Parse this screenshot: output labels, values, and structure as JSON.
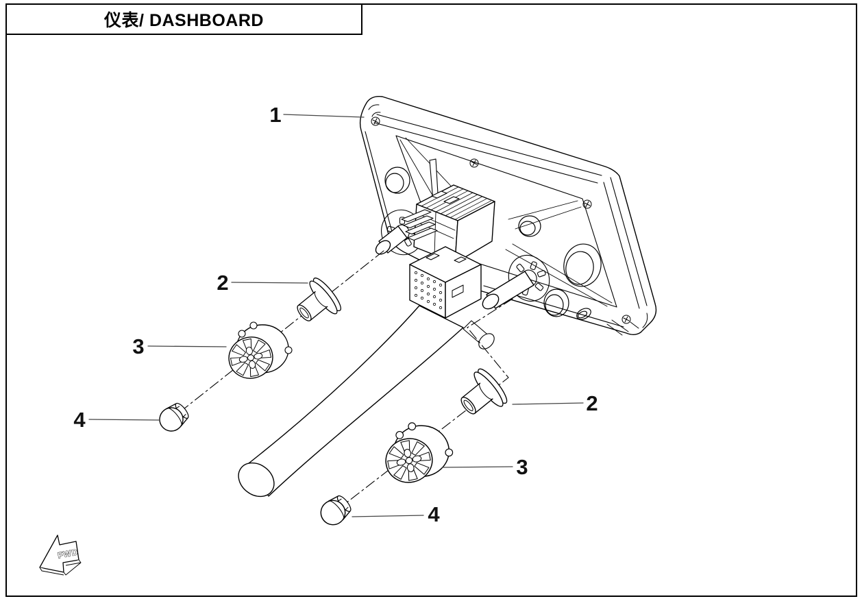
{
  "title": {
    "text": "仪表/ DASHBOARD"
  },
  "callouts": {
    "part1": "1",
    "part2_left": "2",
    "part3_left": "3",
    "part4_left": "4",
    "part2_right": "2",
    "part3_right": "3",
    "part4_right": "4"
  },
  "fwd": {
    "label": "FWD"
  },
  "colors": {
    "line": "#000000",
    "leader": "#444444",
    "background": "#ffffff"
  }
}
